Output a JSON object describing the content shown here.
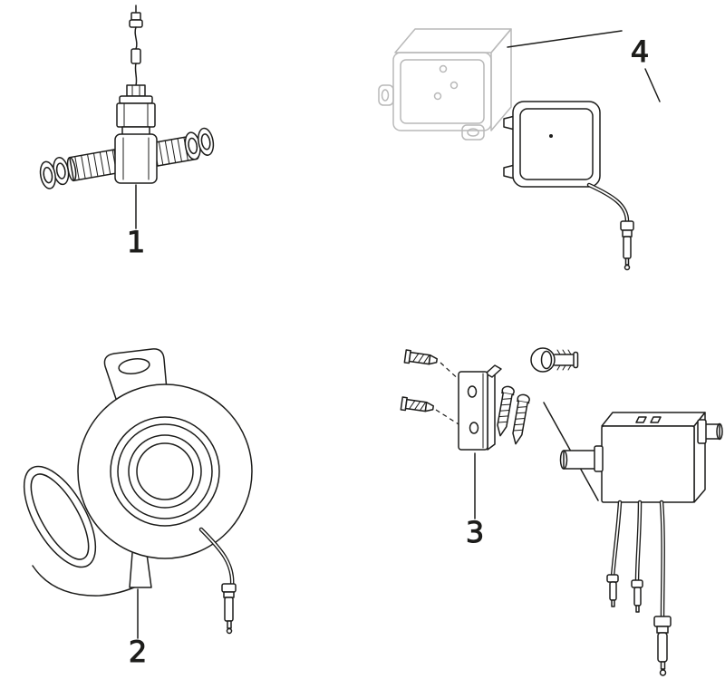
{
  "colors": {
    "line": "#1d1d1b",
    "ghost_line": "#b9b9b9",
    "label": "#1d1d1b",
    "background": "#ffffff"
  },
  "parts": [
    {
      "label": "1",
      "name": "solenoid-valve-cartridge-with-cable"
    },
    {
      "label": "2",
      "name": "escutcheon-housing-with-cable"
    },
    {
      "label": "3",
      "name": "mounting-set-anchors-bracket-screws-plug"
    },
    {
      "label": "4",
      "name": "flush-mount-box-and-power-supply"
    }
  ]
}
